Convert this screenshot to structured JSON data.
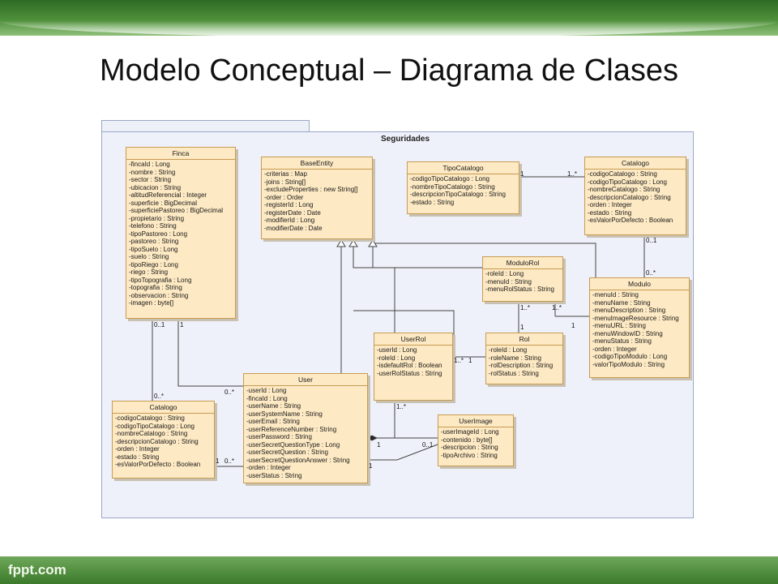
{
  "slide": {
    "title": "Modelo Conceptual – Diagrama de Clases",
    "footer": "fppt.com"
  },
  "package": {
    "name": "Seguridades"
  },
  "classes": {
    "finca": {
      "name": "Finca",
      "attrs": [
        "-fincaId : Long",
        "-nombre : String",
        "-sector : String",
        "-ubicacion : String",
        "-altitudReferencial : Integer",
        "-superficie : BigDecimal",
        "-superficiePastoreo : BigDecimal",
        "-propietario : String",
        "-telefono : String",
        "-tipoPastoreo : Long",
        "-pastoreo : String",
        "-tipoSuelo : Long",
        "-suelo : String",
        "-tipoRiego : Long",
        "-riego : String",
        "-tipoTopografia : Long",
        "-topografia : String",
        "-observacion : String",
        "-imagen : byte[]"
      ]
    },
    "baseEntity": {
      "name": "BaseEntity",
      "attrs": [
        "-criterias : Map",
        "-joins : String[]",
        "-excludeProperties : new String[]",
        "-order : Order",
        "-registerId : Long",
        "-registerDate : Date",
        "-modifierId : Long",
        "-modifierDate : Date"
      ]
    },
    "tipoCatalogo": {
      "name": "TipoCatalogo",
      "attrs": [
        "-codigoTipoCatalogo : Long",
        "-nombreTipoCatalogo : String",
        "-descripcionTipoCatalogo : String",
        "-estado : String"
      ]
    },
    "catalogoTop": {
      "name": "Catalogo",
      "attrs": [
        "-codigoCatalogo : String",
        "-codigoTipoCatalogo : Long",
        "-nombreCatalogo : String",
        "-descripcionCatalogo : String",
        "-orden : Integer",
        "-estado : String",
        "-esValorPorDefecto : Boolean"
      ]
    },
    "moduloRol": {
      "name": "ModuloRol",
      "attrs": [
        "-roleId : Long",
        "-menuId : String",
        "-menuRolStatus : String"
      ]
    },
    "modulo": {
      "name": "Modulo",
      "attrs": [
        "-menuId : String",
        "-menuName : String",
        "-menuDescription : String",
        "-menuImageResource : String",
        "-menuURL : String",
        "-menuWindowID : String",
        "-menuStatus : String",
        "-orden : Integer",
        "-codigoTipoModulo : Long",
        "-valorTipoModulo : String"
      ]
    },
    "userRol": {
      "name": "UserRol",
      "attrs": [
        "-userId : Long",
        "-roleId : Long",
        "-isdefaultRol : Boolean",
        "-userRolStatus : String"
      ]
    },
    "rol": {
      "name": "Rol",
      "attrs": [
        "-roleId : Long",
        "-roleName : String",
        "-rolDescription : String",
        "-rolStatus : String"
      ]
    },
    "user": {
      "name": "User",
      "attrs": [
        "-userId : Long",
        "-fincaId : Long",
        "-userName : String",
        "-userSystemName : String",
        "-userEmail : String",
        "-userReferenceNumber : String",
        "-userPassword : String",
        "-userSecretQuestionType : Long",
        "-userSecretQuestion : String",
        "-userSecretQuestionAnswer : String",
        "-orden : Integer",
        "-userStatus : String"
      ]
    },
    "userImage": {
      "name": "UserImage",
      "attrs": [
        "-userImageId : Long",
        "-contenido : byte[]",
        "-descripcion : String",
        "-tipoArchivo : String"
      ]
    },
    "catalogoBottom": {
      "name": "Catalogo",
      "attrs": [
        "-codigoCatalogo : String",
        "-codigoTipoCatalogo : Long",
        "-nombreCatalogo : String",
        "-descripcionCatalogo : String",
        "-orden : Integer",
        "-estado : String",
        "-esValorPorDefecto : Boolean"
      ]
    }
  },
  "multiplicities": {
    "tipoCat_1": "1",
    "tipoCat_n": "1..*",
    "cat_01": "0..1",
    "modulo_n": "0..*",
    "mr_rol_n": "1..*",
    "mr_rol_1": "1",
    "mr_mod_n": "1..*",
    "mr_mod_1": "1",
    "ur_rol_n": "1..*",
    "ur_rol_1": "1",
    "ur_user_n": "1..*",
    "finca_cat_01": "0..1",
    "finca_cat_n": "0..*",
    "finca_user_1": "1",
    "finca_user_n": "0..*",
    "cat_user_1": "1",
    "cat_user_n": "0..*",
    "user_img_1": "1",
    "user_img_01": "0..1",
    "user_1b": "1"
  }
}
